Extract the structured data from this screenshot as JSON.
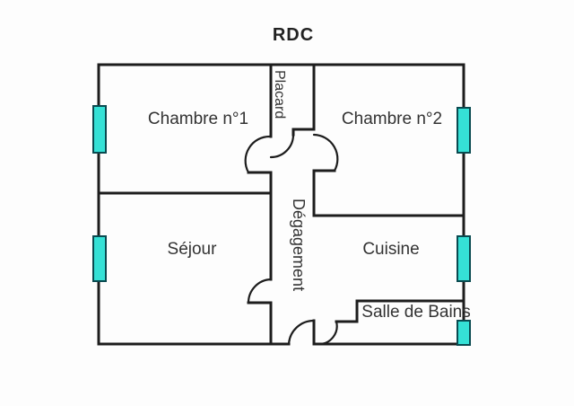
{
  "title": "RDC",
  "floor_plan": {
    "rooms": {
      "chambre1": {
        "label": "Chambre n°1"
      },
      "chambre2": {
        "label": "Chambre n°2"
      },
      "placard": {
        "label": "Placard"
      },
      "degagement": {
        "label": "Dégagement"
      },
      "sejour": {
        "label": "Séjour"
      },
      "cuisine": {
        "label": "Cuisine"
      },
      "salle_de_bains": {
        "label": "Salle de Bains"
      }
    },
    "windows": [
      {
        "name": "chambre1-window",
        "wall": "left"
      },
      {
        "name": "sejour-window",
        "wall": "left"
      },
      {
        "name": "chambre2-window",
        "wall": "right"
      },
      {
        "name": "cuisine-window",
        "wall": "right"
      },
      {
        "name": "salle-de-bains-window",
        "wall": "right"
      }
    ],
    "doors": [
      {
        "name": "placard-door"
      },
      {
        "name": "chambre1-door"
      },
      {
        "name": "chambre2-door"
      },
      {
        "name": "sejour-door"
      },
      {
        "name": "entrance-door"
      },
      {
        "name": "salle-de-bains-door"
      }
    ]
  },
  "colors": {
    "wall": "#1d1d1d",
    "window_fill": "#35e1d6",
    "window_border": "#0a4a50",
    "background": "#fdfdfd",
    "text": "#333333"
  }
}
